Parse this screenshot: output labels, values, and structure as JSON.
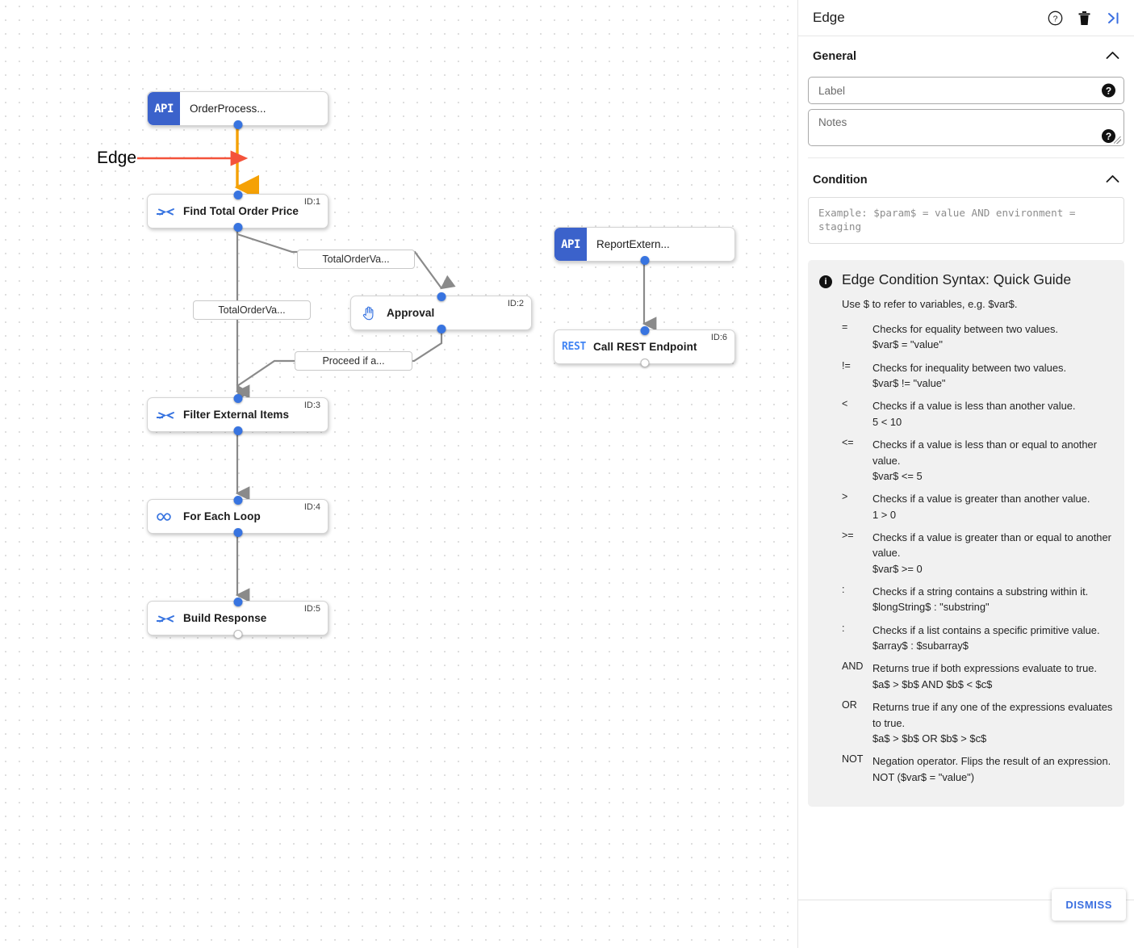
{
  "canvas": {
    "annotation": {
      "label": "Edge",
      "arrow_color": "#f4533b"
    },
    "selected_edge_color": "#f5a105",
    "nodes": [
      {
        "id": "n0",
        "kind": "api",
        "badge": "API",
        "title": "OrderProcess...",
        "id_label": ""
      },
      {
        "id": "n1",
        "kind": "map",
        "badge": "",
        "title": "Find Total Order Price",
        "id_label": "ID:1"
      },
      {
        "id": "n2",
        "kind": "hand",
        "badge": "",
        "title": "Approval",
        "id_label": "ID:2"
      },
      {
        "id": "n3",
        "kind": "map",
        "badge": "",
        "title": "Filter External Items",
        "id_label": "ID:3"
      },
      {
        "id": "n4",
        "kind": "loop",
        "badge": "",
        "title": "For Each Loop",
        "id_label": "ID:4"
      },
      {
        "id": "n5",
        "kind": "map",
        "badge": "",
        "title": "Build Response",
        "id_label": "ID:5"
      },
      {
        "id": "n6",
        "kind": "api",
        "badge": "API",
        "title": "ReportExtern...",
        "id_label": ""
      },
      {
        "id": "n7",
        "kind": "rest",
        "badge": "REST",
        "title": "Call REST Endpoint",
        "id_label": "ID:6"
      }
    ],
    "edge_labels": [
      {
        "text": "TotalOrderVa..."
      },
      {
        "text": "TotalOrderVa..."
      },
      {
        "text": "Proceed if a..."
      }
    ]
  },
  "panel": {
    "title": "Edge",
    "icons": {
      "help": "help-circle-icon",
      "delete": "trash-icon",
      "collapse": "collapse-panel-icon"
    },
    "general": {
      "section_title": "General",
      "label_field": {
        "placeholder": "Label",
        "value": ""
      },
      "notes_field": {
        "placeholder": "Notes",
        "value": ""
      }
    },
    "condition": {
      "section_title": "Condition",
      "placeholder": "Example: $param$ = value AND environment = staging",
      "value": ""
    },
    "guide": {
      "title": "Edge Condition Syntax: Quick Guide",
      "subtitle": "Use $ to refer to variables, e.g. $var$.",
      "rows": [
        {
          "symbol": "=",
          "desc": "Checks for equality between two values.",
          "example": "$var$ = \"value\""
        },
        {
          "symbol": "!=",
          "desc": "Checks for inequality between two values.",
          "example": "$var$ != \"value\""
        },
        {
          "symbol": "<",
          "desc": "Checks if a value is less than another value.",
          "example": "5 < 10"
        },
        {
          "symbol": "<=",
          "desc": "Checks if a value is less than or equal to another value.",
          "example": "$var$ <= 5"
        },
        {
          "symbol": ">",
          "desc": "Checks if a value is greater than another value.",
          "example": "1 > 0"
        },
        {
          "symbol": ">=",
          "desc": "Checks if a value is greater than or equal to another value.",
          "example": "$var$ >= 0"
        },
        {
          "symbol": ":",
          "desc": "Checks if a string contains a substring within it.",
          "example": "$longString$ : \"substring\""
        },
        {
          "symbol": ":",
          "desc": "Checks if a list contains a specific primitive value.",
          "example": "$array$ : $subarray$"
        },
        {
          "symbol": "AND",
          "desc": "Returns true if both expressions evaluate to true.",
          "example": "$a$ > $b$ AND $b$ < $c$"
        },
        {
          "symbol": "OR",
          "desc": "Returns true if any one of the expressions evaluates to true.",
          "example": "$a$ > $b$ OR $b$ > $c$"
        },
        {
          "symbol": "NOT",
          "desc": "Negation operator. Flips the result of an expression.",
          "example": "NOT ($var$ = \"value\")"
        }
      ]
    },
    "dismiss_label": "DISMISS"
  }
}
